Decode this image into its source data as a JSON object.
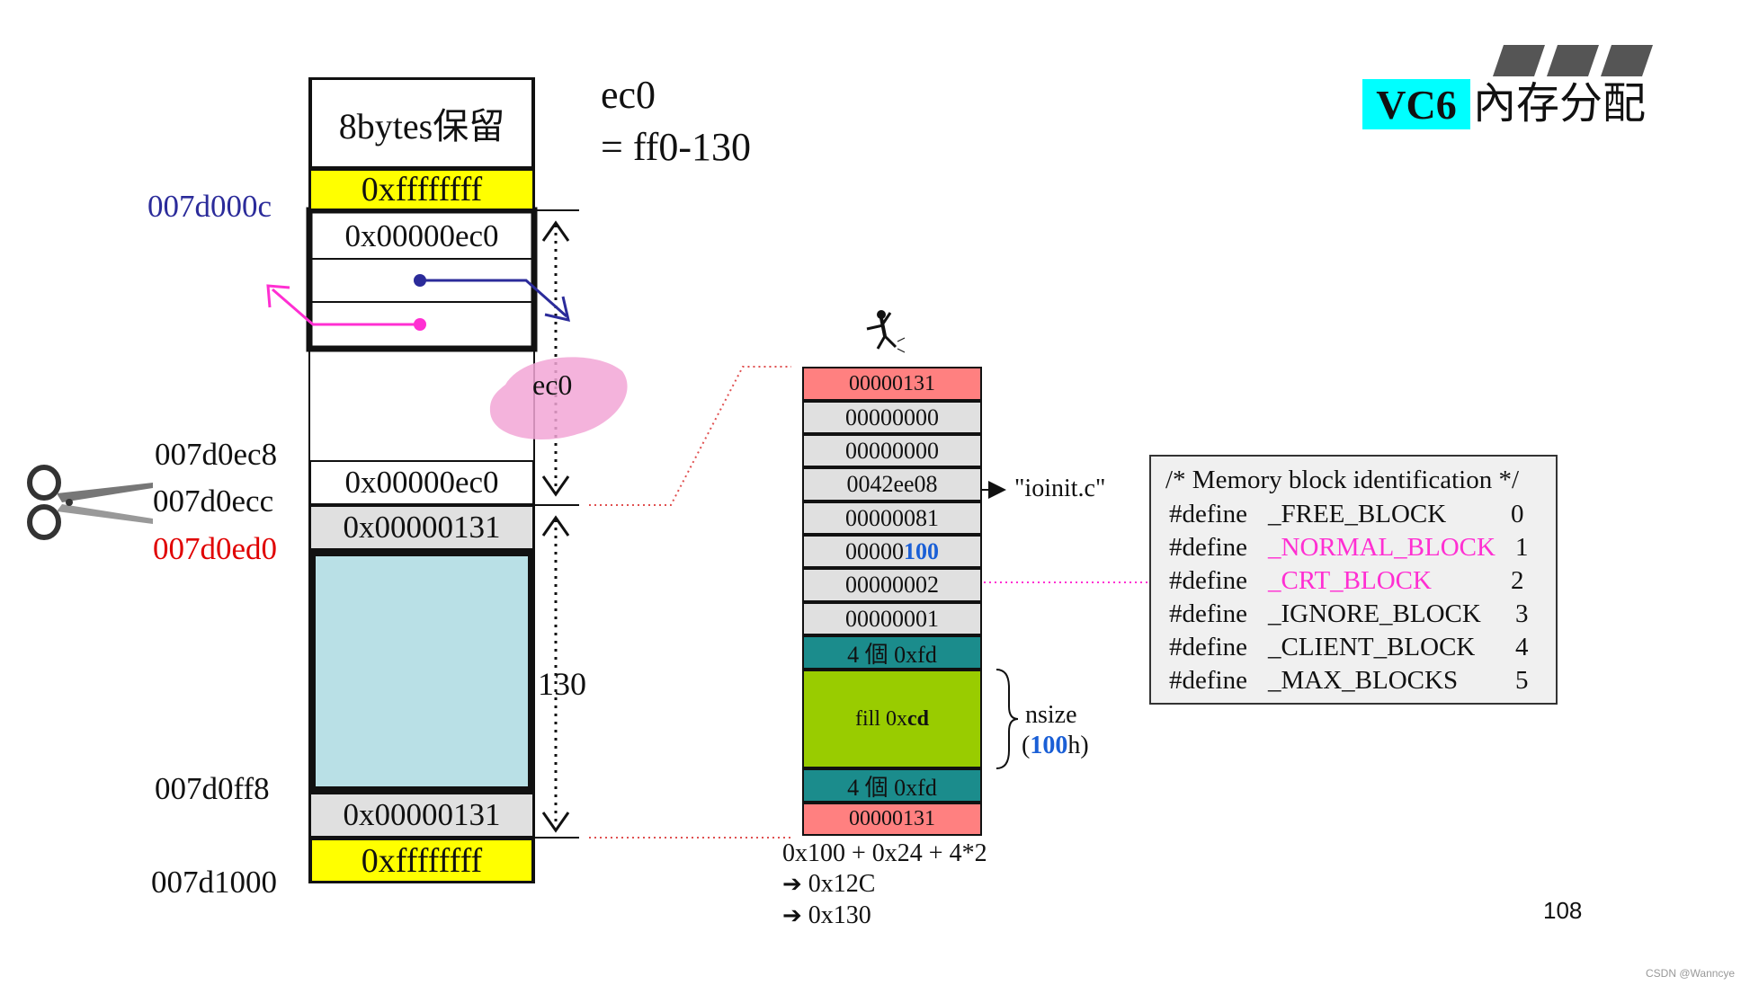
{
  "title": {
    "badge": "VC6",
    "rest": "內存分配"
  },
  "slide_number": "108",
  "watermark": "CSDN @Wanncye",
  "formula": {
    "line1": "ec0",
    "line2": "= ff0-130"
  },
  "left_column": {
    "cells": {
      "reserve": "8bytes保留",
      "top_fill": "0xffffffff",
      "header_size": "0x00000ec0",
      "lower_size": "0x00000ec0",
      "block_cookie": "0x00000131",
      "bottom_cookie": "0x00000131",
      "bottom_fill": "0xffffffff"
    },
    "addresses": {
      "a1": "007d000c",
      "a2": "007d0ec8",
      "a3": "007d0ecc",
      "a4": "007d0ed0",
      "a5": "007d0ff8",
      "a6": "007d1000"
    },
    "blob_label": "ec0",
    "span_label": "130"
  },
  "block_stack": {
    "cells": [
      "00000131",
      "00000000",
      "00000000",
      "0042ee08",
      "00000081",
      "00000",
      "00000002",
      "00000001",
      "4 個 0xfd",
      "fill 0x",
      "4 個 0xfd",
      "00000131"
    ],
    "highlight_100": "100",
    "fill_bold": "cd",
    "file_label": "\"ioinit.c\"",
    "nsize_label": "nsize",
    "nsize_open": "(",
    "nsize_value": "100",
    "nsize_close": "h)",
    "calc_line1": "0x100 + 0x24 + 4*2",
    "calc_line2": "0x12C",
    "calc_line3": "0x130",
    "arrow_glyph": "➔"
  },
  "define_box": {
    "comment": "/* Memory block identification */",
    "rows": [
      {
        "prefix": "#define",
        "name": "_FREE_BLOCK",
        "value": "0"
      },
      {
        "prefix": "#define",
        "name": "_NORMAL_BLOCK",
        "value": "1"
      },
      {
        "prefix": "#define",
        "name": "_CRT_BLOCK",
        "value": "2"
      },
      {
        "prefix": "#define",
        "name": "_IGNORE_BLOCK",
        "value": "3"
      },
      {
        "prefix": "#define",
        "name": "_CLIENT_BLOCK",
        "value": "4"
      },
      {
        "prefix": "#define",
        "name": "_MAX_BLOCKS",
        "value": "5"
      }
    ]
  },
  "colors": {
    "yellow": "#ffff00",
    "cyan": "#00ffff",
    "salmon": "#ff8080",
    "teal": "#1b8c8c",
    "lime": "#99cc00",
    "lightblue": "#b9e0e6",
    "grey": "#e0e0e0",
    "magenta": "#ff2fd2",
    "navy": "#2b2b9a",
    "red": "#e00000"
  },
  "icons": [
    "scissors-icon",
    "falling-figure-icon",
    "title-stripes-icon"
  ]
}
